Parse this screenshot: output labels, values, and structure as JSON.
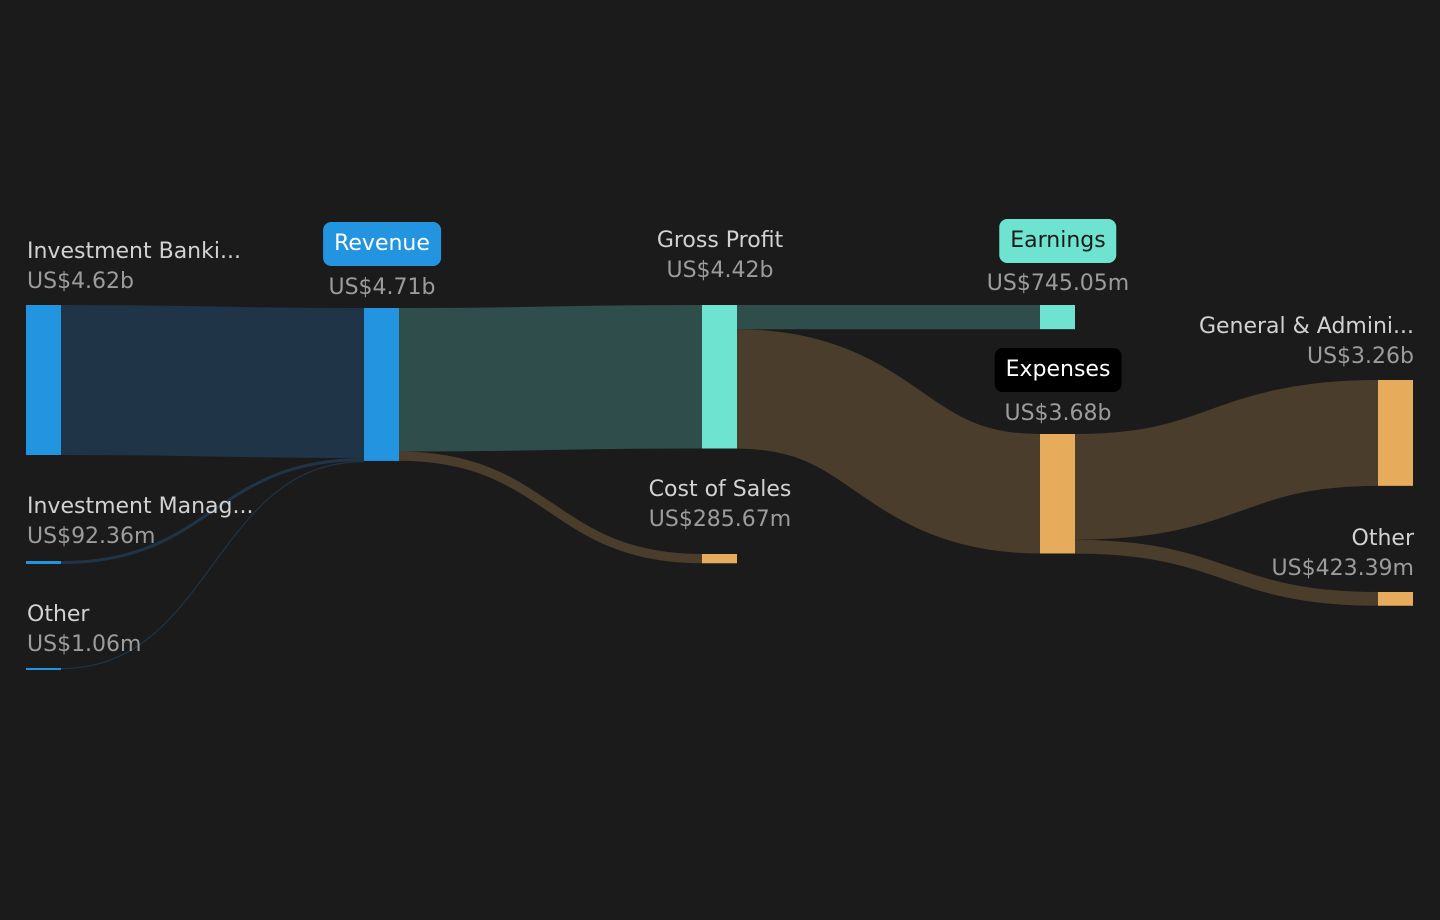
{
  "chart_data": {
    "type": "sankey",
    "currency_prefix": "US$",
    "nodes": [
      {
        "id": "investment_banking",
        "label": "Investment Banki...",
        "value_label": "US$4.62b",
        "value": 4620,
        "color": "#2394e0"
      },
      {
        "id": "investment_management",
        "label": "Investment Manag...",
        "value_label": "US$92.36m",
        "value": 92.36,
        "color": "#2394e0"
      },
      {
        "id": "other_revenue",
        "label": "Other",
        "value_label": "US$1.06m",
        "value": 1.06,
        "color": "#2394e0"
      },
      {
        "id": "revenue",
        "label": "Revenue",
        "value_label": "US$4.71b",
        "value": 4710,
        "color": "#2394e0"
      },
      {
        "id": "gross_profit",
        "label": "Gross Profit",
        "value_label": "US$4.42b",
        "value": 4420,
        "color": "#6ee3d0"
      },
      {
        "id": "cost_of_sales",
        "label": "Cost of Sales",
        "value_label": "US$285.67m",
        "value": 285.67,
        "color": "#e6ac5c"
      },
      {
        "id": "earnings",
        "label": "Earnings",
        "value_label": "US$745.05m",
        "value": 745.05,
        "color": "#6ee3d0"
      },
      {
        "id": "expenses",
        "label": "Expenses",
        "value_label": "US$3.68b",
        "value": 3680,
        "color": "#e6ac5c"
      },
      {
        "id": "general_admin",
        "label": "General & Admini...",
        "value_label": "US$3.26b",
        "value": 3260,
        "color": "#e6ac5c"
      },
      {
        "id": "other_expenses",
        "label": "Other",
        "value_label": "US$423.39m",
        "value": 423.39,
        "color": "#e6ac5c"
      }
    ],
    "links": [
      {
        "source": "investment_banking",
        "target": "revenue",
        "value": 4620,
        "color": "#1f3447"
      },
      {
        "source": "investment_management",
        "target": "revenue",
        "value": 92.36,
        "color": "#1f3447"
      },
      {
        "source": "other_revenue",
        "target": "revenue",
        "value": 1.06,
        "color": "#1f3447"
      },
      {
        "source": "revenue",
        "target": "gross_profit",
        "value": 4420,
        "color": "#2f4d4a"
      },
      {
        "source": "revenue",
        "target": "cost_of_sales",
        "value": 285.67,
        "color": "#4b3d2c"
      },
      {
        "source": "gross_profit",
        "target": "earnings",
        "value": 745.05,
        "color": "#2f4d4a"
      },
      {
        "source": "gross_profit",
        "target": "expenses",
        "value": 3680,
        "color": "#4b3d2c"
      },
      {
        "source": "expenses",
        "target": "general_admin",
        "value": 3260,
        "color": "#4b3d2c"
      },
      {
        "source": "expenses",
        "target": "other_expenses",
        "value": 423.39,
        "color": "#4b3d2c"
      }
    ]
  }
}
